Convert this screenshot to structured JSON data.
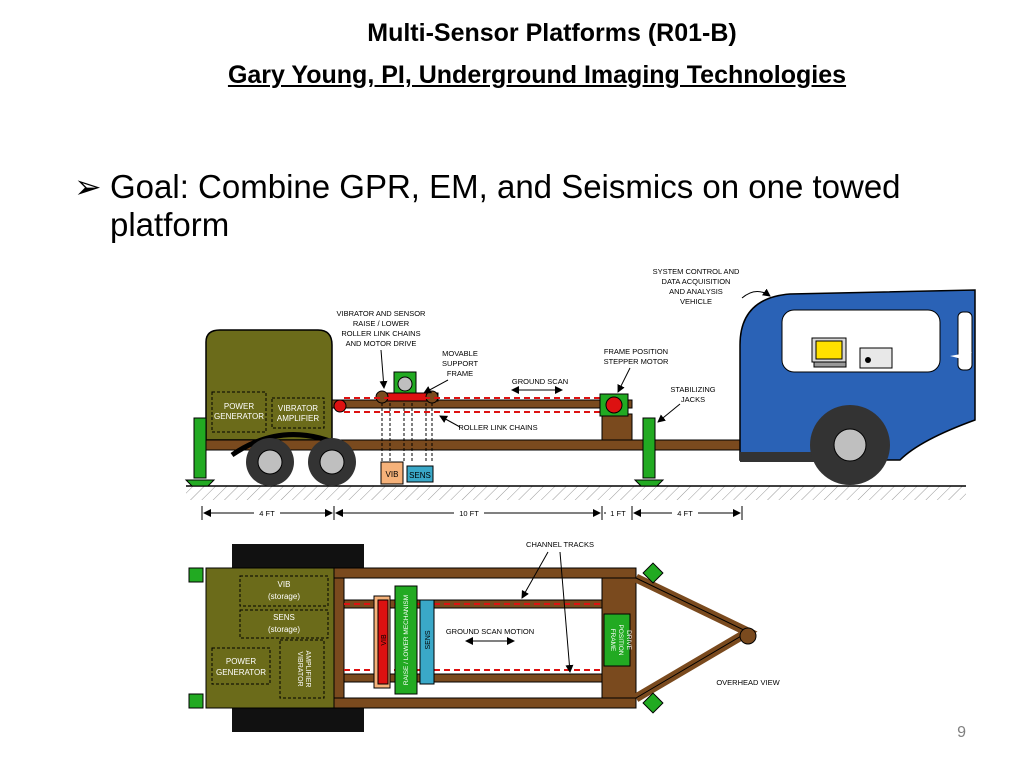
{
  "slide": {
    "title_line1": "Multi-Sensor Platforms (R01-B)",
    "title_line2": "Gary Young, PI, Underground Imaging Technologies",
    "bullet_symbol": "➢",
    "bullet_text": "Goal:  Combine GPR, EM, and Seismics on one towed platform",
    "page_number": "9"
  },
  "side_view": {
    "label_control_vehicle": [
      "SYSTEM CONTROL AND",
      "DATA ACQUISITION",
      "AND ANALYSIS",
      "VEHICLE"
    ],
    "label_raise_lower": [
      "VIBRATOR AND SENSOR",
      "RAISE / LOWER",
      "ROLLER LINK CHAINS",
      "AND MOTOR DRIVE"
    ],
    "label_movable_frame": [
      "MOVABLE",
      "SUPPORT",
      "FRAME"
    ],
    "label_frame_motor": [
      "FRAME POSITION",
      "STEPPER MOTOR"
    ],
    "label_ground_scan": "GROUND SCAN",
    "label_stabilizing_jacks": [
      "STABILIZING",
      "JACKS"
    ],
    "label_roller_chains": "ROLLER LINK CHAINS",
    "box_power_generator": [
      "POWER",
      "GENERATOR"
    ],
    "box_vibrator_amplifier": [
      "VIBRATOR",
      "AMPLIFIER"
    ],
    "box_vib": "VIB",
    "box_sens": "SENS",
    "dim_4ft_a": "4 FT",
    "dim_10ft": "10 FT",
    "dim_1ft": "1 FT",
    "dim_4ft_b": "4 FT"
  },
  "overhead_view": {
    "label_channel_tracks": "CHANNEL TRACKS",
    "box_vib_storage": [
      "VIB",
      "(storage)"
    ],
    "box_sens_storage": [
      "SENS",
      "(storage)"
    ],
    "box_power_generator": [
      "POWER",
      "GENERATOR"
    ],
    "box_vibrator_amplifier": [
      "VIBRATOR",
      "AMPLIFIER"
    ],
    "bar_vib": "VIB",
    "bar_raise_lower": "RAISE / LOWER MECHANISM",
    "bar_sens": "SENS",
    "label_ground_scan_motion": "GROUND SCAN MOTION",
    "box_frame_drive": [
      "FRAME",
      "POSITION",
      "DRIVE"
    ],
    "label_overhead_view": "OVERHEAD VIEW"
  },
  "colors": {
    "olive": "#6b6b1a",
    "brown": "#7a4a1e",
    "green": "#22aa22",
    "red": "#dd1111",
    "blue_vehicle": "#2a62b6",
    "wheel_dark": "#333333",
    "wheel_hub": "#bfbfbf"
  }
}
